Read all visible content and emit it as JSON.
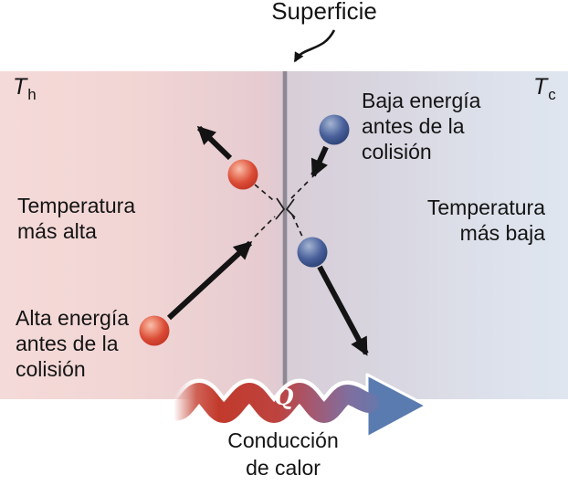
{
  "figure": {
    "surface_label": "Superficie",
    "heat_symbol": "Q",
    "heat_flow_label": "Conducción\nde calor"
  },
  "hot_side": {
    "temp_symbol": "T",
    "temp_subscript": "h",
    "region_label": "Temperatura\nmás alta",
    "molecule_label": "Alta energía\nantes de la\ncolisión",
    "bg_left_color": "#f4dad8",
    "bg_near_line_color": "#e3cbd1",
    "molecule_color": "#cf3a27"
  },
  "cold_side": {
    "temp_symbol": "T",
    "temp_subscript": "c",
    "region_label": "Temperatura\nmás baja",
    "molecule_label": "Baja energía\nantes de la\ncolisión",
    "bg_near_line_color": "#d8cdd7",
    "bg_right_color": "#dfe6f0",
    "molecule_color": "#314a80"
  },
  "surface_line_color": "#8d8992",
  "heat_arrow": {
    "hot_color": "#c23a2c",
    "cold_color": "#5a7bb0"
  }
}
